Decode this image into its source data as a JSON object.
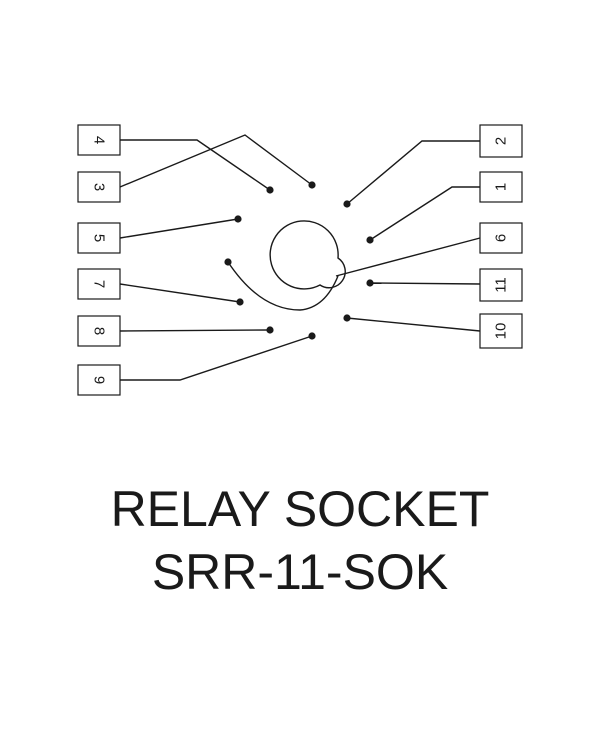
{
  "title": {
    "line1": "RELAY SOCKET",
    "line2": "SRR-11-SOK"
  },
  "pins_left": [
    "4",
    "3",
    "5",
    "7",
    "8",
    "9"
  ],
  "pins_right": [
    "2",
    "1",
    "6",
    "11",
    "10"
  ],
  "colors": {
    "ink": "#1a1a1a",
    "background": "#ffffff"
  }
}
